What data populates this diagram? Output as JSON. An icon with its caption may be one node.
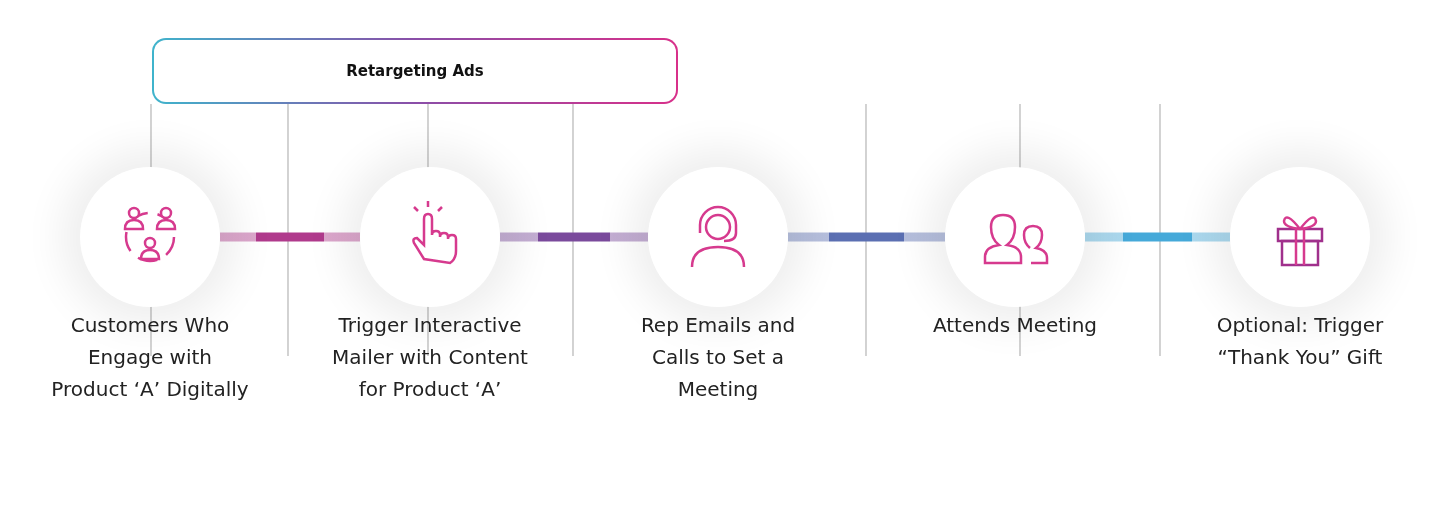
{
  "diagram": {
    "nodes": [
      {
        "text": [
          "Retargeting Ads"
        ]
      },
      {
        "text": [
          "Customers Who Engage with Product ‘A’ Digitally"
        ]
      },
      {
        "text": [
          "Trigger Interactive Mailer with Content for Product ‘A’"
        ]
      },
      {
        "text": [
          "Rep Emails and Calls to Set a Meeting"
        ]
      },
      {
        "text": [
          "Attends Meeting"
        ]
      },
      {
        "text": [
          "Optional: Trigger “Thank You” Gift"
        ]
      }
    ],
    "edges": [
      {
        "from": 1,
        "to": 2,
        "arrow": "none",
        "style": "thick",
        "color": "#b03a8c"
      },
      {
        "from": 2,
        "to": 3,
        "arrow": "none",
        "style": "thick",
        "color": "#7a4a9c"
      },
      {
        "from": 3,
        "to": 4,
        "arrow": "none",
        "style": "thick",
        "color": "#5b6fb2"
      },
      {
        "from": 4,
        "to": 5,
        "arrow": "none",
        "style": "thick",
        "color": "#45a9d9"
      }
    ]
  }
}
